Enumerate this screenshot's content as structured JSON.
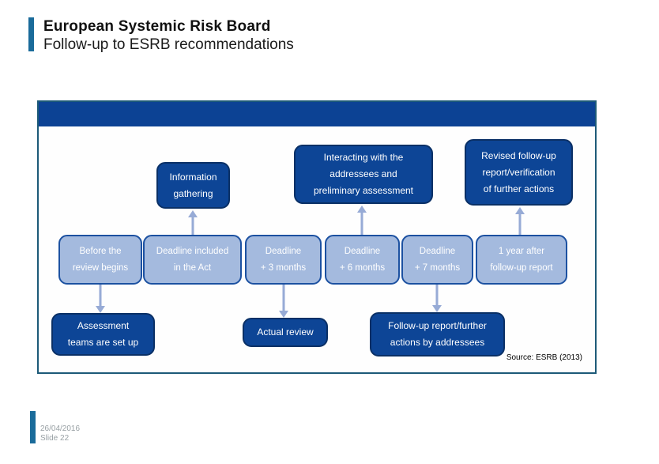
{
  "slide": {
    "title": "European Systemic Risk Board",
    "subtitle": "Follow-up to ESRB recommendations"
  },
  "diagram": {
    "top_boxes": [
      {
        "label": "Information\ngathering"
      },
      {
        "label": "Interacting with the\naddressees and\npreliminary assessment"
      },
      {
        "label": "Revised follow-up\nreport/verification\nof further actions"
      }
    ],
    "timeline_boxes": [
      {
        "label": "Before the\nreview begins"
      },
      {
        "label": "Deadline included\nin the Act"
      },
      {
        "label": "Deadline\n+ 3 months"
      },
      {
        "label": "Deadline\n+ 6 months"
      },
      {
        "label": "Deadline\n+ 7 months"
      },
      {
        "label": "1 year after\nfollow-up report"
      }
    ],
    "bottom_boxes": [
      {
        "label": "Assessment\nteams are set up"
      },
      {
        "label": "Actual review"
      },
      {
        "label": "Follow-up report/further\nactions by addressees"
      }
    ],
    "source": "Source: ESRB (2013)"
  },
  "footer": {
    "date": "26/04/2016",
    "slide_number": "Slide 22"
  },
  "colors": {
    "accent_bar": "#1a6b9a",
    "diagram_header_bar": "#0c4294",
    "dark_box_fill": "#0d4596",
    "light_box_fill": "#a4bade",
    "light_box_border": "#1c51a1",
    "arrow": "#97abd6",
    "diagram_border": "#1d5a78"
  }
}
